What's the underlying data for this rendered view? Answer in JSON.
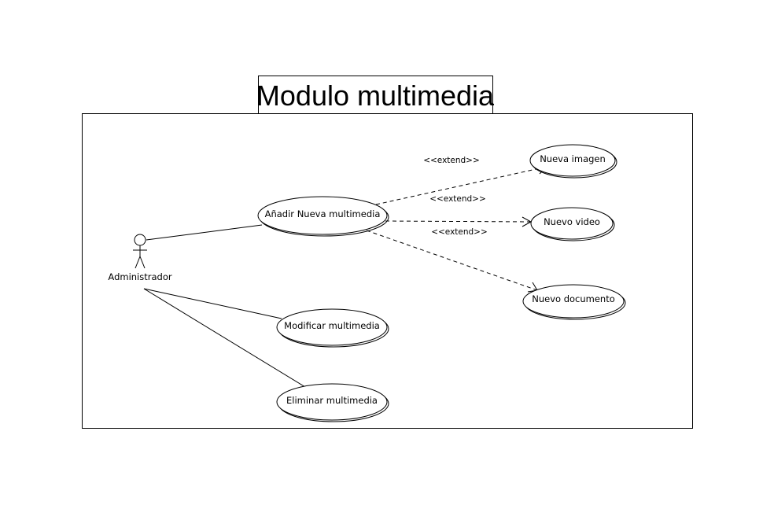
{
  "system": {
    "title": "Modulo multimedia"
  },
  "actor": {
    "name": "Administrador"
  },
  "use_cases": {
    "add": "Añadir Nueva multimedia",
    "modify": "Modificar multimedia",
    "delete": "Eliminar multimedia",
    "image": "Nueva imagen",
    "video": "Nuevo video",
    "document": "Nuevo documento"
  },
  "relations": {
    "extend_image": "<<extend>>",
    "extend_video": "<<extend>>",
    "extend_document": "<<extend>>"
  }
}
